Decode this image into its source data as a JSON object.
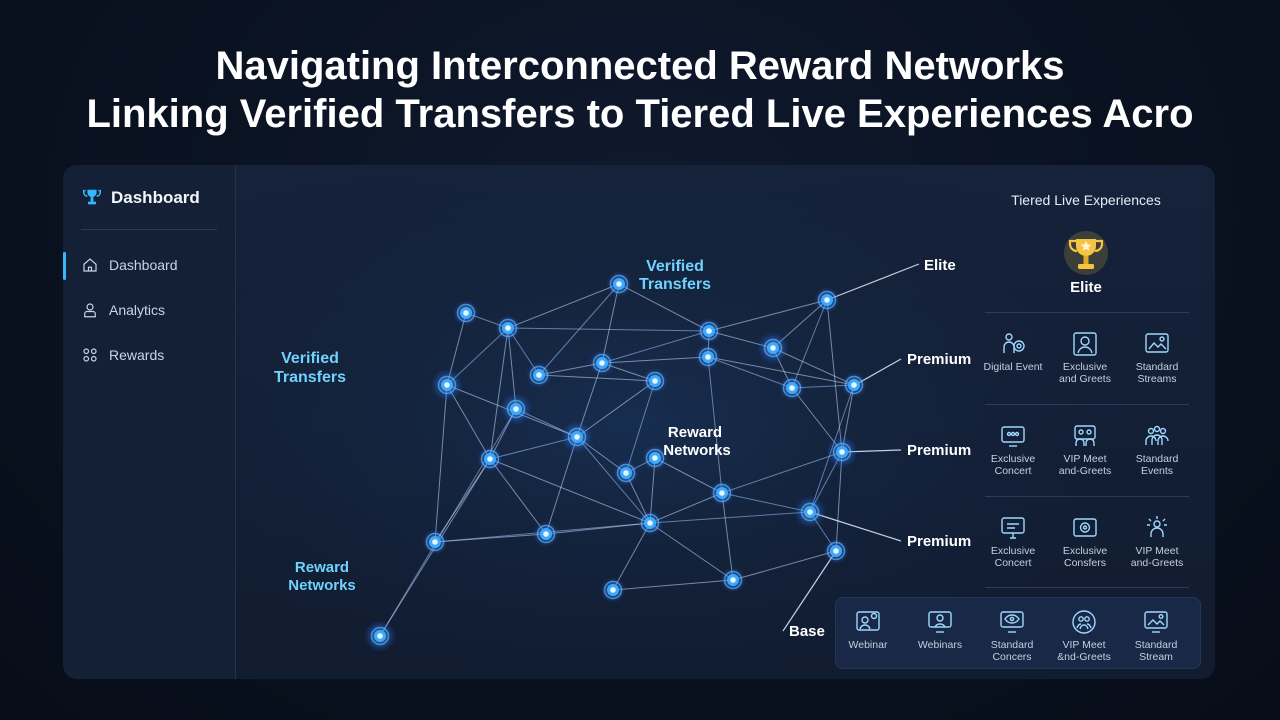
{
  "title": {
    "line1": "Navigating Interconnected Reward Networks",
    "line2": "Linking Verified Transfers to Tiered Live Experiences Acro"
  },
  "sidebar": {
    "brand": "Dashboard",
    "items": [
      {
        "label": "Dashboard",
        "icon": "home-icon",
        "active": true
      },
      {
        "label": "Analytics",
        "icon": "analytics-icon",
        "active": false
      },
      {
        "label": "Rewards",
        "icon": "rewards-icon",
        "active": false
      }
    ]
  },
  "network": {
    "labels": {
      "verified_left": [
        "Verified",
        "Transfers"
      ],
      "verified_top": [
        "Verified",
        "Transfers"
      ],
      "reward_center": [
        "Reward",
        "Networks"
      ],
      "reward_bottom": [
        "Reward",
        "Networks"
      ]
    },
    "tier_lines": [
      "Elite",
      "Premium",
      "Premium",
      "Premium",
      "Base"
    ]
  },
  "tiers": {
    "heading": "Tiered Live Experiences",
    "elite": "Elite",
    "rows": [
      [
        {
          "label": [
            "Digital Event"
          ],
          "icon": "digital-event-icon"
        },
        {
          "label": [
            "Exclusive",
            "and Greets"
          ],
          "icon": "portrait-icon"
        },
        {
          "label": [
            "Standard",
            "Streams"
          ],
          "icon": "image-stream-icon"
        }
      ],
      [
        {
          "label": [
            "Exclusive",
            "Concert"
          ],
          "icon": "concert-screen-icon"
        },
        {
          "label": [
            "VIP Meet",
            "and-Greets"
          ],
          "icon": "meet-icon"
        },
        {
          "label": [
            "Standard",
            "Events"
          ],
          "icon": "audience-icon"
        }
      ],
      [
        {
          "label": [
            "Exclusive",
            "Concert"
          ],
          "icon": "monitor-icon"
        },
        {
          "label": [
            "Exclusive",
            "Consfers"
          ],
          "icon": "camera-icon"
        },
        {
          "label": [
            "VIP Meet",
            "and-Greets"
          ],
          "icon": "vip-icon"
        }
      ]
    ],
    "base": [
      {
        "label": [
          "Webinar"
        ],
        "icon": "webinar-icon"
      },
      {
        "label": [
          "Webinars"
        ],
        "icon": "presenter-icon"
      },
      {
        "label": [
          "Standard",
          "Concers"
        ],
        "icon": "eye-screen-icon"
      },
      {
        "label": [
          "VIP Meet",
          "&nd-Greets"
        ],
        "icon": "group-circle-icon"
      },
      {
        "label": [
          "Standard",
          "Stream"
        ],
        "icon": "landscape-icon"
      }
    ]
  },
  "colors": {
    "accent": "#38b6ff",
    "node": "#3fa9ff",
    "label_cyan": "#6fd2ff",
    "trophy": "#f5c542"
  }
}
